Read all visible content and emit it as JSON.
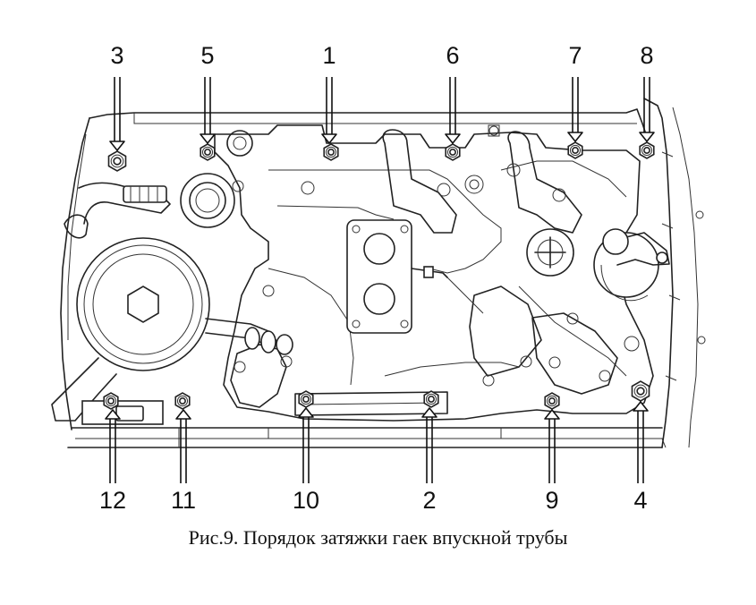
{
  "caption": "Рис.9. Порядок затяжки гаек впускной трубы",
  "callouts_top": [
    "3",
    "5",
    "1",
    "6",
    "7",
    "8"
  ],
  "callouts_bottom": [
    "12",
    "11",
    "10",
    "2",
    "9",
    "4"
  ]
}
